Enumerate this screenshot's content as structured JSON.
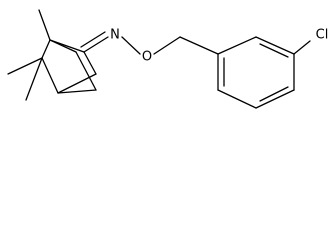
{
  "molecule": {
    "atoms": [
      {
        "id": "N",
        "label": "N"
      },
      {
        "id": "O",
        "label": "O"
      },
      {
        "id": "Cl",
        "label": "Cl"
      }
    ]
  }
}
